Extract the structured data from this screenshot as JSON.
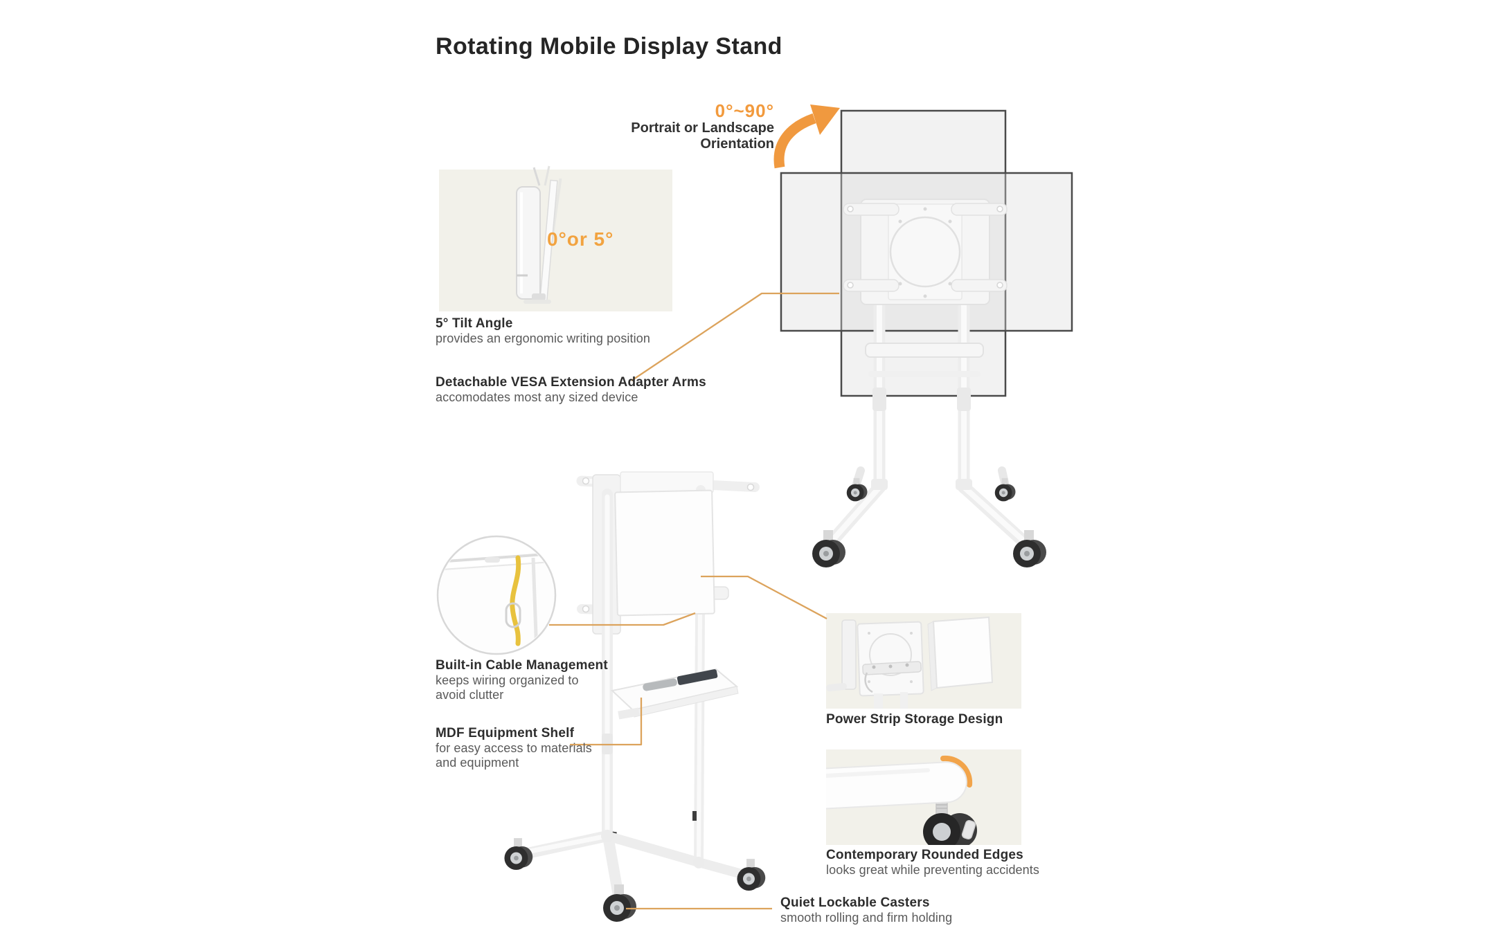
{
  "page": {
    "title": "Rotating Mobile Display Stand"
  },
  "colors": {
    "accent_orange": "#F29A3D",
    "callout_line": "#DCA35C",
    "heading_text": "#2D2D2D",
    "body_text": "#595959",
    "panel_background": "#F2F1EA",
    "screen_outline": "#4A4A4A",
    "cable_yellow": "#E8C23E"
  },
  "features": {
    "rotation": {
      "range": "0°~90°",
      "label_line1": "Portrait or Landscape",
      "label_line2": "Orientation"
    },
    "tilt": {
      "badge": "0°or 5°",
      "title": "5° Tilt Angle",
      "description": "provides an ergonomic writing position"
    },
    "vesa_arms": {
      "title": "Detachable VESA Extension Adapter Arms",
      "description": "accomodates most any sized device"
    },
    "cable_management": {
      "title": "Built-in Cable Management",
      "description_line1": "keeps wiring organized to",
      "description_line2": "avoid clutter"
    },
    "equipment_shelf": {
      "title": "MDF Equipment Shelf",
      "description_line1": "for easy access to materials",
      "description_line2": "and equipment"
    },
    "power_strip": {
      "title": "Power Strip Storage Design"
    },
    "rounded_edges": {
      "title": "Contemporary Rounded Edges",
      "description": "looks great while preventing accidents"
    },
    "casters": {
      "title": "Quiet Lockable Casters",
      "description": "smooth rolling and firm holding"
    }
  }
}
